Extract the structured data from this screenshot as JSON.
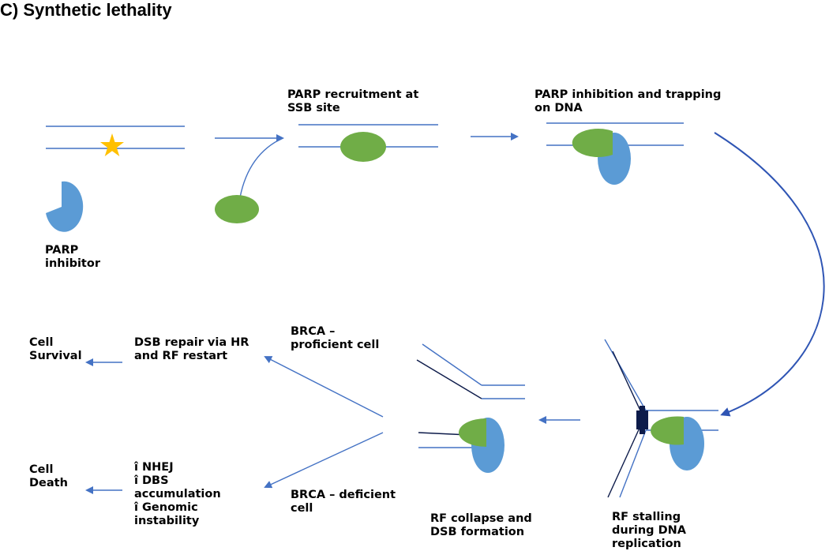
{
  "title": "C) Synthetic lethality",
  "labels": {
    "parp_inhibitor": [
      "PARP",
      "inhibitor"
    ],
    "parp_recruitment": [
      "PARP recruitment at",
      "SSB site"
    ],
    "parp_trapping": [
      "PARP inhibition and trapping",
      "on DNA"
    ],
    "rf_stalling": [
      "RF stalling",
      "during DNA",
      "replication"
    ],
    "rf_collapse": [
      "RF collapse and",
      "DSB formation"
    ],
    "brca_proficient": [
      "BRCA –",
      "proficient cell"
    ],
    "brca_deficient": [
      "BRCA – deficient",
      "cell"
    ],
    "dsb_repair": [
      "DSB repair via HR",
      "and RF restart"
    ],
    "cell_survival": [
      "Cell",
      "Survival"
    ],
    "cell_death": [
      "Cell",
      "Death"
    ],
    "nhej_effects": [
      "î NHEJ",
      "î DBS",
      "accumulation",
      "î Genomic",
      "instability"
    ]
  },
  "colors": {
    "strand": "#4472c4",
    "arrow": "#4472c4",
    "curved_arrow": "#2f55b4",
    "parp": "#70ad47",
    "parp_inhibitor": "#5b9bd5",
    "star": "#ffc000",
    "dark_strand": "#0d1b4a",
    "replication_block": "#0d1b4a"
  },
  "icons": {
    "ssb_damage": "star-icon",
    "parp_enzyme": "green-ellipse",
    "inhibitor": "pacman-shape"
  }
}
